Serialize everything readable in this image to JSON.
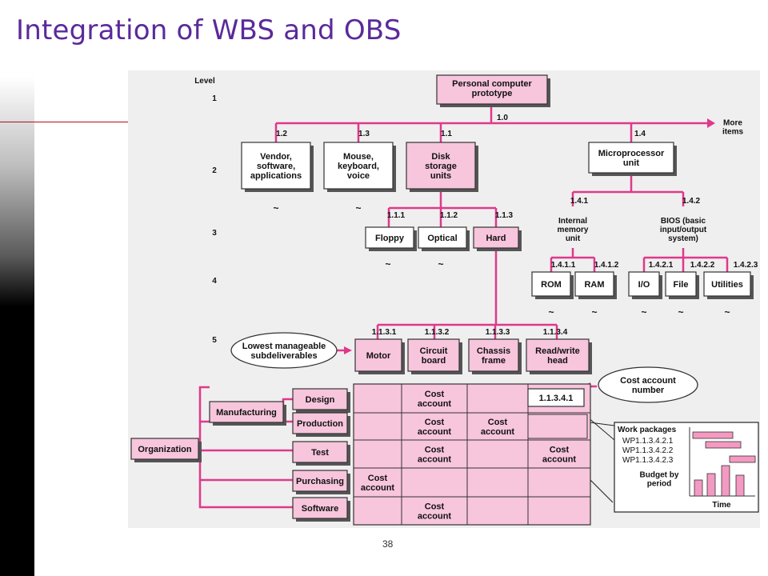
{
  "slide": {
    "title": "Integration of WBS and OBS",
    "page_number": "38"
  },
  "diagram": {
    "level_label": "Level",
    "levels": [
      "1",
      "2",
      "3",
      "4",
      "5"
    ],
    "root": {
      "lines": [
        "Personal computer",
        "prototype"
      ],
      "code": "1.0"
    },
    "more_items": [
      "More",
      "items"
    ],
    "level2": [
      {
        "code": "1.2",
        "lines": [
          "Vendor,",
          "software,",
          "applications"
        ]
      },
      {
        "code": "1.3",
        "lines": [
          "Mouse,",
          "keyboard,",
          "voice"
        ]
      },
      {
        "code": "1.1",
        "lines": [
          "Disk",
          "storage",
          "units"
        ]
      },
      {
        "code": "1.4",
        "lines": [
          "Microprocessor",
          "unit"
        ]
      }
    ],
    "level3_disk": [
      {
        "code": "1.1.1",
        "label": "Floppy"
      },
      {
        "code": "1.1.2",
        "label": "Optical"
      },
      {
        "code": "1.1.3",
        "label": "Hard"
      }
    ],
    "level3_micro": [
      {
        "code": "1.4.1",
        "lines": [
          "Internal",
          "memory",
          "unit"
        ]
      },
      {
        "code": "1.4.2",
        "lines": [
          "BIOS (basic",
          "input/output",
          "system)"
        ]
      }
    ],
    "level4": [
      {
        "code": "1.4.1.1",
        "label": "ROM"
      },
      {
        "code": "1.4.1.2",
        "label": "RAM"
      },
      {
        "code": "1.4.2.1",
        "label": "I/O"
      },
      {
        "code": "1.4.2.2",
        "label": "File"
      },
      {
        "code": "1.4.2.3",
        "label": "Utilities"
      }
    ],
    "level5": [
      {
        "code": "1.1.3.1",
        "label": "Motor"
      },
      {
        "code": "1.1.3.2",
        "lines": [
          "Circuit",
          "board"
        ]
      },
      {
        "code": "1.1.3.3",
        "lines": [
          "Chassis",
          "frame"
        ]
      },
      {
        "code": "1.1.3.4",
        "lines": [
          "Read/write",
          "head"
        ]
      }
    ],
    "callout_lowest": [
      "Lowest manageable",
      "subdeliverables"
    ],
    "callout_cost_number": [
      "Cost account",
      "number"
    ],
    "tilde": "~",
    "obs": {
      "root": "Organization",
      "manufacturing": "Manufacturing",
      "units": [
        "Design",
        "Production",
        "Test",
        "Purchasing",
        "Software"
      ]
    },
    "grid": {
      "cost_account": [
        "Cost",
        "account"
      ],
      "cost_account_number": "1.1.3.4.1"
    },
    "work_packages": {
      "title": "Work packages",
      "items": [
        "WP1.1.3.4.2.1",
        "WP1.1.3.4.2.2",
        "WP1.1.3.4.2.3"
      ],
      "budget_label": [
        "Budget by",
        "period"
      ],
      "time_label": "Time"
    },
    "colors": {
      "accent": "#e0388c",
      "fill": "#f7c5dc",
      "box": "#ffffff",
      "title": "#5a2a9a"
    }
  }
}
